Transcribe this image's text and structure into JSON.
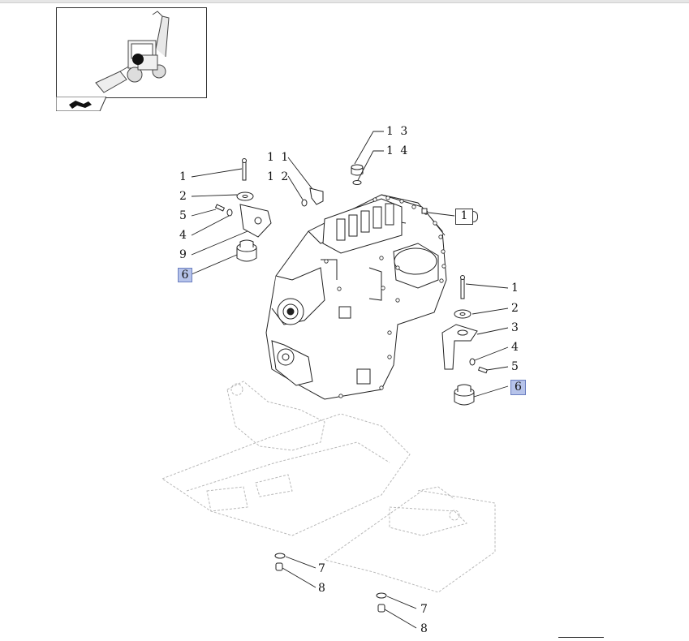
{
  "callouts": {
    "c1_left": "1",
    "c2_left": "2",
    "c5_left": "5",
    "c4_left": "4",
    "c9_left": "9",
    "c6_left": "6",
    "c11": "1 1",
    "c12": "1 2",
    "c13": "1 3",
    "c14": "1 4",
    "c10": "1",
    "c1_right": "1",
    "c2_right": "2",
    "c3_right": "3",
    "c4_right": "4",
    "c5_right": "5",
    "c6_right": "6",
    "c7_a": "7",
    "c8_a": "8",
    "c7_b": "7",
    "c8_b": "8"
  },
  "colors": {
    "highlight": "#b6c3ea",
    "line": "#222222",
    "ghost": "#b8b8b8"
  }
}
